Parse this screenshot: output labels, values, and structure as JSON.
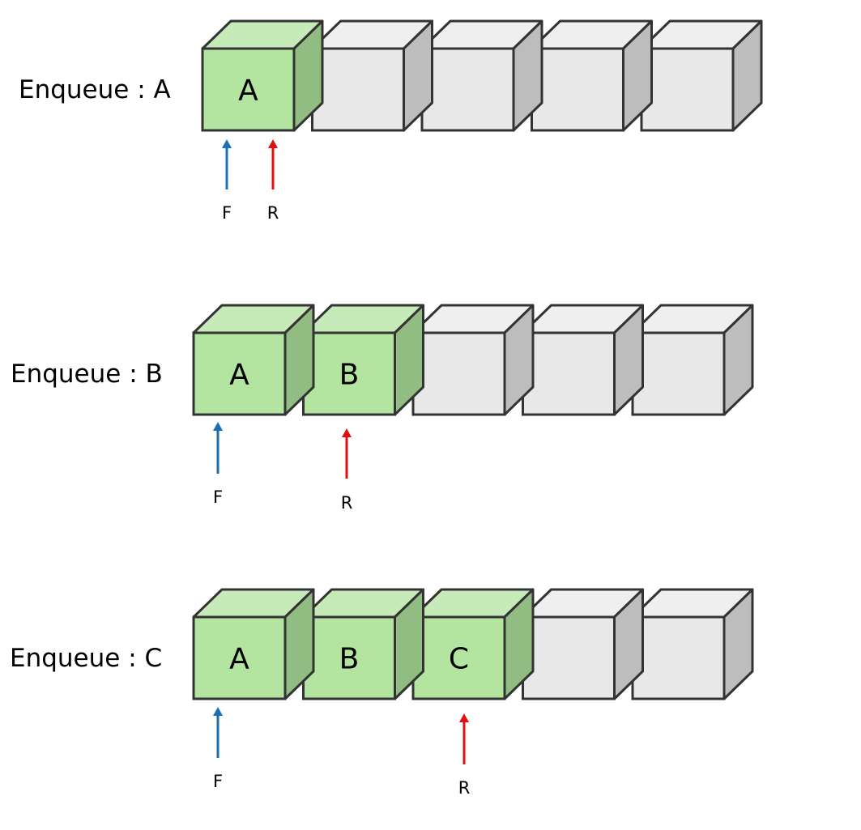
{
  "rows": [
    {
      "label": "Enqueue : A",
      "cells": [
        {
          "value": "A",
          "filled": true
        },
        {
          "value": "",
          "filled": false
        },
        {
          "value": "",
          "filled": false
        },
        {
          "value": "",
          "filled": false
        },
        {
          "value": "",
          "filled": false
        }
      ],
      "front": {
        "label": "F",
        "cell": 0
      },
      "rear": {
        "label": "R",
        "cell": 0
      }
    },
    {
      "label": "Enqueue : B",
      "cells": [
        {
          "value": "A",
          "filled": true
        },
        {
          "value": "B",
          "filled": true
        },
        {
          "value": "",
          "filled": false
        },
        {
          "value": "",
          "filled": false
        },
        {
          "value": "",
          "filled": false
        }
      ],
      "front": {
        "label": "F",
        "cell": 0
      },
      "rear": {
        "label": "R",
        "cell": 1
      }
    },
    {
      "label": "Enqueue : C",
      "cells": [
        {
          "value": "A",
          "filled": true
        },
        {
          "value": "B",
          "filled": true
        },
        {
          "value": "C",
          "filled": true
        },
        {
          "value": "",
          "filled": false
        },
        {
          "value": "",
          "filled": false
        }
      ],
      "front": {
        "label": "F",
        "cell": 0
      },
      "rear": {
        "label": "R",
        "cell": 2
      }
    }
  ],
  "colors": {
    "filled_front": "#b3e5a1",
    "filled_top": "#c6ebb8",
    "filled_side": "#91bd82",
    "empty_front": "#e8e8e8",
    "empty_top": "#efefef",
    "empty_side": "#bdbdbd",
    "edge": "#333333",
    "front_pointer": "#1a6fb5",
    "rear_pointer": "#e01010"
  }
}
